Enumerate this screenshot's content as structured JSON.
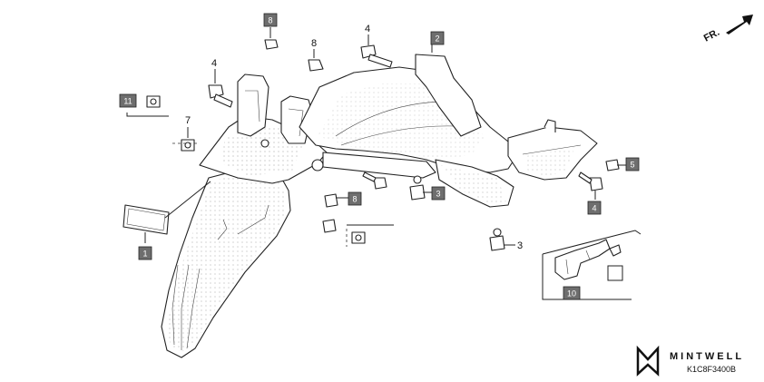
{
  "direction": {
    "label": "FR."
  },
  "callouts": {
    "c1": "1",
    "c2": "2",
    "c3a": "3",
    "c3b": "3",
    "c4a": "4",
    "c4b": "4",
    "c4c": "4",
    "c5": "5",
    "c7": "7",
    "c8a": "8",
    "c8b": "8",
    "c8c": "8",
    "c10": "10",
    "c11": "11"
  },
  "watermark": {
    "brand": "MINTWELL",
    "code": "K1C8F3400B"
  },
  "colors": {
    "box_fill": "#6e6e6e",
    "stroke": "#222222",
    "background": "#ffffff"
  }
}
